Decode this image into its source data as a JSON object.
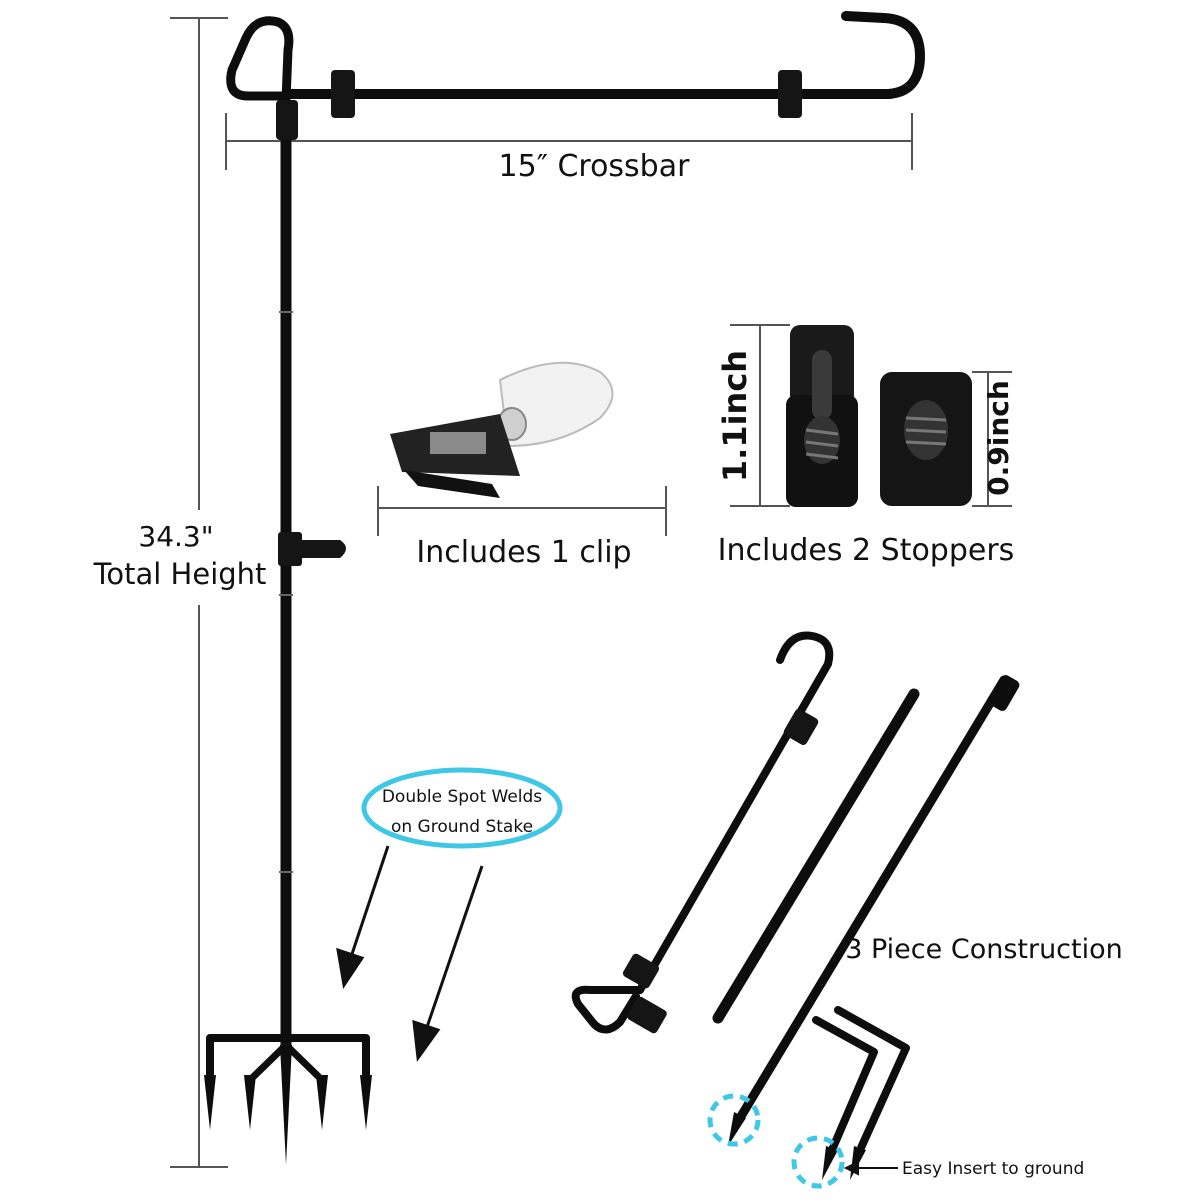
{
  "dimensions": {
    "crossbar": "15″  Crossbar",
    "height_value": "34.3\"",
    "height_label": "Total Height",
    "stopper_large": "1.1inch",
    "stopper_small": "0.9inch"
  },
  "accessories": {
    "clip": "Includes 1 clip",
    "stoppers": "Includes 2 Stoppers"
  },
  "callout": {
    "line1": "Double Spot Welds",
    "line2": "on Ground Stake"
  },
  "construction": {
    "label": "3 Piece Construction",
    "ground_note": "Easy Insert to ground"
  },
  "colors": {
    "metal": "#0d0d0d",
    "dimension_line": "#555555",
    "highlight": "#3ec8e6"
  }
}
